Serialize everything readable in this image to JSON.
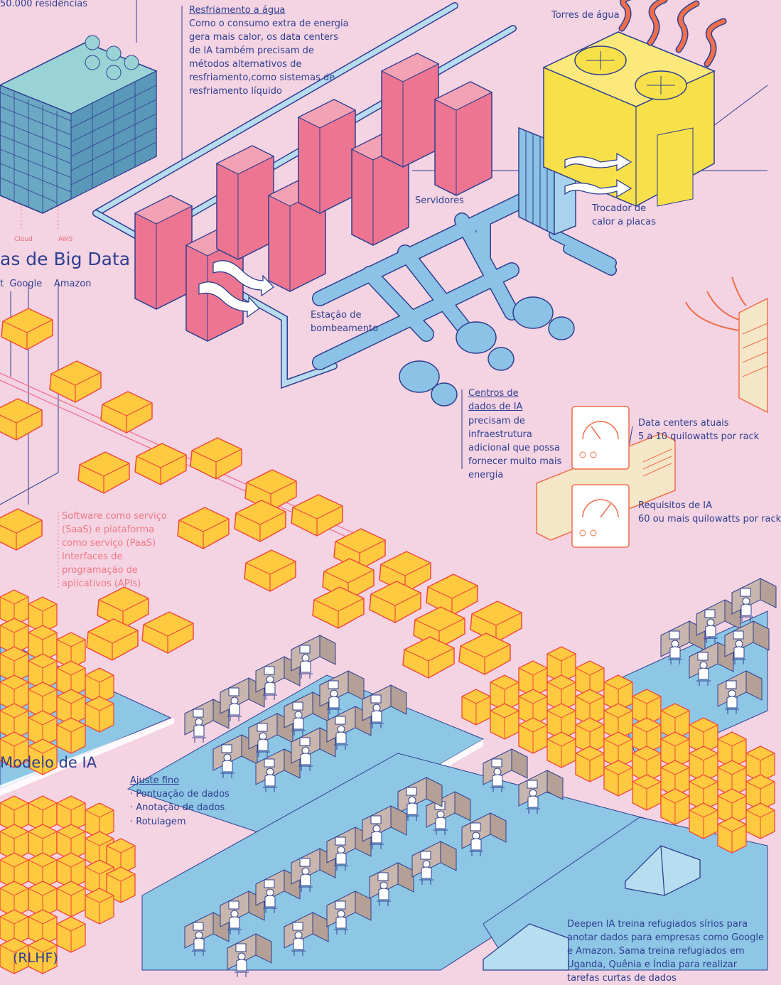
{
  "colors": {
    "background": "#f4d3e3",
    "ink": "#2e3f8f",
    "server": "#ee7592",
    "pipe": "#8cc2e6",
    "block": "#ffc940",
    "block_stroke": "#f04b3c",
    "floor": "#8ec7e6",
    "tower": "#f8e04a",
    "arrow": "#ef6f4c"
  },
  "labels": {
    "residences": "50.000 residências",
    "cooling_title": "Resfriamento a água",
    "cooling_text": "Como o consumo extra de energia gera mais calor, os data centers de IA também precisam de métodos alternativos de resfriamento,como sistemas de resfriamento líquido",
    "water_towers": "Torres de água",
    "servers": "Servidores",
    "heat_exchanger": "Trocador de calor a placas",
    "pumping_station": "Estação de bombeamento",
    "cloud": "Cloud",
    "aws": "AWS",
    "big_data": "as de Big Data",
    "google": "t  Google",
    "amazon": "Amazon",
    "ai_centers_title": "Centros de dados de IA",
    "ai_centers_text": "precisam de infraestrutura adicional que possa fornecer muito mais energia",
    "current_dc_title": "Data centers atuais",
    "current_dc_value": "5 a 10 quilowatts por rack",
    "ai_req_title": "Requisitos de IA",
    "ai_req_value": "60 ou mais quilowatts por rack",
    "saas": "Software como serviço (SaaS) e plataforma como serviço (PaaS) Interfaces de programação de aplicativos (APIs)",
    "ai_model": "Modelo de IA",
    "fine_tune_title": "Ajuste fino",
    "fine_tune_item_1": "· Pontuação de dados",
    "fine_tune_item_2": "· Anotação de dados",
    "fine_tune_item_3": "· Rotulagem",
    "rlhf": "(RLHF)",
    "refugees_text": "Deepen IA treina refugiados sírios para anotar dados para empresas como Google e Amazon. Sama treina refugiados em Uganda, Quênia e Índia para realizar tarefas curtas de dados"
  }
}
